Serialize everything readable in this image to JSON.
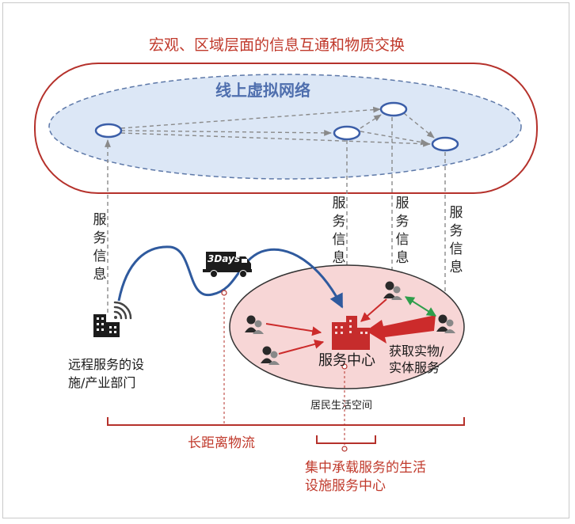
{
  "title": "宏观、区域层面的信息互通和物质交换",
  "virtual_network_label": "线上虚拟网络",
  "service_info_label": "服务信息",
  "remote_facility_label_line1": "远程服务的设",
  "remote_facility_label_line2": "施/产业部门",
  "truck_text": "3Days",
  "service_center_label": "服务中心",
  "obtain_label_line1": "获取实物/",
  "obtain_label_line2": "实体服务",
  "living_space_label": "居民生活空间",
  "long_logistics_label": "长距离物流",
  "hub_label_line1": "集中承载服务的生活",
  "hub_label_line2": "设施服务中心",
  "colors": {
    "red_text": "#c0392b",
    "blue_text": "#4f6fae",
    "pink_fill": "#f7d6d6",
    "blue_fill": "#dce7f6",
    "arrow_red": "#cc2b2b",
    "curve_blue": "#2f5a9e"
  }
}
